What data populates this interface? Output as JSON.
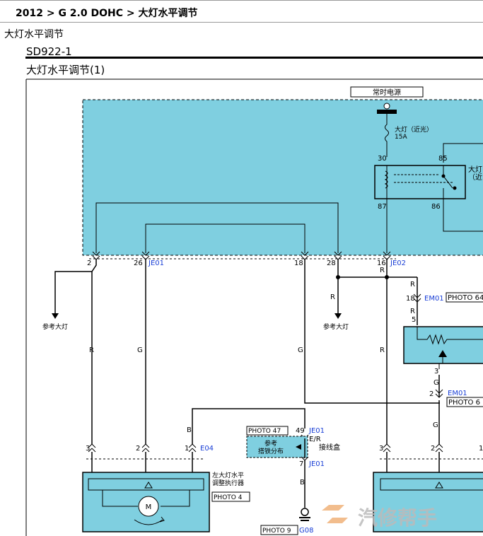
{
  "breadcrumb": "2012 > G 2.0 DOHC > 大灯水平调节",
  "section_title": "大灯水平调节",
  "diagram_code": "SD922-1",
  "diagram_title": "大灯水平调节(1)",
  "diagram": {
    "power_source": "常时电源",
    "fuse_name": "大灯（近光）",
    "fuse_rating": "15A",
    "relay_label_line1": "大灯",
    "relay_label_line2": "（近",
    "pins": {
      "p30": "30",
      "p85": "85",
      "p87": "87",
      "p86": "86",
      "p2": "2",
      "p26": "26",
      "p18": "18",
      "p28": "28",
      "p16": "16",
      "p18b": "18",
      "p5": "5",
      "p3": "3",
      "p2b": "2",
      "p3a": "3",
      "p2a": "2",
      "p1a": "1",
      "p49": "49",
      "p7": "7",
      "p3c": "3",
      "p2c": "2",
      "p1c": "1"
    },
    "connectors": {
      "je01": "JE01",
      "je02": "JE02",
      "em01": "EM01",
      "em01b": "EM01",
      "e04": "E04",
      "je01b": "JE01",
      "je01c": "JE01",
      "g08": "G08"
    },
    "wire_colors": {
      "r": "R",
      "g": "G",
      "b": "B",
      "er": "E/R"
    },
    "refs": {
      "ref_left": "参考大灯",
      "ref_mid": "参考大灯",
      "splice_ref1": "参考",
      "splice_ref2": "搭铁分布",
      "junction_box": "接线盒"
    },
    "photos": {
      "photo64": "PHOTO 64",
      "photo6": "PHOTO 6",
      "photo47": "PHOTO 47",
      "photo4": "PHOTO 4",
      "photo9": "PHOTO 9"
    },
    "actuator_left_line1": "左大灯水平",
    "actuator_left_line2": "调整执行器",
    "motor_label": "M"
  },
  "watermark": "汽修帮手",
  "colors": {
    "box_fill": "#7fcfe0",
    "connector_blue": "#1a3fd6"
  }
}
